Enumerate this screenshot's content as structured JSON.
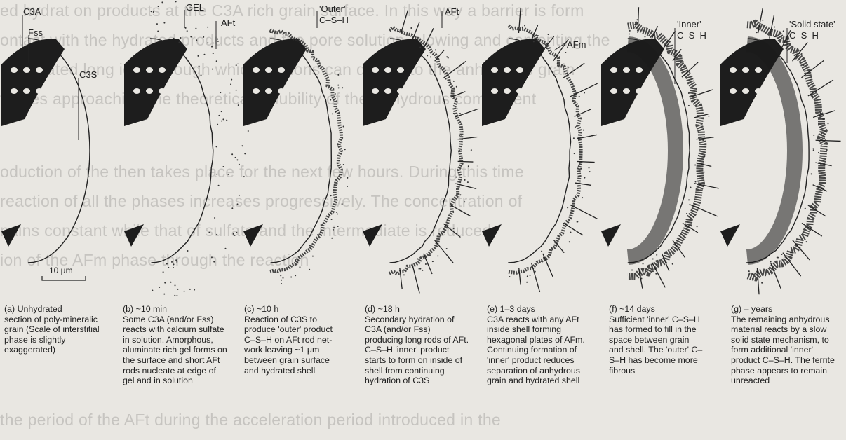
{
  "background_text": [
    "ed hydrat on products at the C3A rich grain surface. In this way a barrier is form",
    "ontact with the hydrated products and the pore solution, slowing and cementing the",
    "e hydrated long ions through which the ions can diffuse to the anhydrous grain",
    "values approaching the theoretical solubility of the anhydrous component",
    "oduction of the then takes place for the next few hours. During this time",
    "reaction of all the phases increases progressively. The concentration of",
    "nains constant while that of sulfate and the intermediate is reduced",
    "ion of the AFm phase through the reaction",
    "the period of the AFt during the acceleration period introduced in the"
  ],
  "labels": {
    "c3a": "C3A",
    "fss": "Fss",
    "c3s": "C3S",
    "gel": "GEL",
    "aft_b": "AFt",
    "outer_line1": "'Outer'",
    "outer_line2": "C–S–H",
    "aft_d": "AFt",
    "afm_e": "AFm",
    "inner_line1": "'Inner'",
    "inner_line2": "C–S–H",
    "solid_line1": "'Solid state'",
    "solid_line2": "C–S–H",
    "scale": "10 μm"
  },
  "captions": [
    {
      "head": "(a) Unhydrated",
      "body": "section of poly-mineralic grain (Scale of interstitial phase is slightly exaggerated)"
    },
    {
      "head": "(b) ~10 min",
      "body": "Some C3A (and/or Fss) reacts with calcium sulfate in solution. Amorphous, aluminate rich gel forms on the surface and short AFt rods nucleate at edge of gel and in solution"
    },
    {
      "head": "(c) ~10 h",
      "body": "Reaction of C3S to produce 'outer' product C–S–H on AFt rod net-work leaving ~1 μm between grain surface and hydrated shell"
    },
    {
      "head": "(d) ~18 h",
      "body": "Secondary hydration of C3A (and/or Fss) producing long rods of AFt. C–S–H 'inner' product starts to form on inside of shell from continuing hydration of C3S"
    },
    {
      "head": "(e) 1–3 days",
      "body": "C3A reacts with any AFt inside shell forming hexagonal plates of AFm. Continuing formation of 'inner' product reduces separation of anhydrous grain and hydrated shell"
    },
    {
      "head": "(f) ~14 days",
      "body": "Sufficient 'inner' C–S–H has formed to fill in the space between grain and shell. The 'outer' C–S–H has become more fibrous"
    },
    {
      "head": "(g) – years",
      "body": "The remaining anhydrous material reacts by a slow solid state mechanism, to form additional 'inner' product C–S–H. The ferrite phase appears to remain unreacted"
    }
  ]
}
